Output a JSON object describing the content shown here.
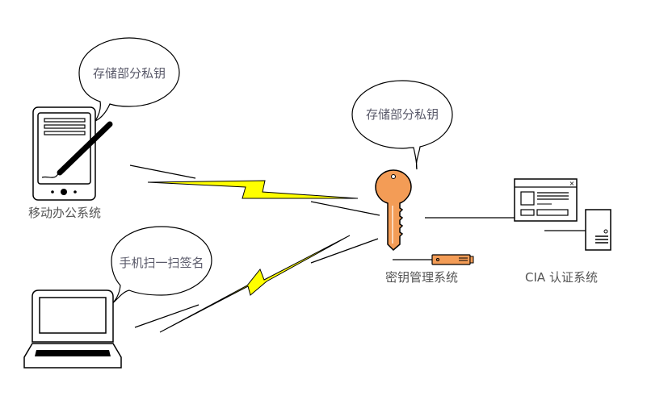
{
  "nodes": {
    "mobile": {
      "label": "移动办公系统",
      "bubble": "存储部分私钥"
    },
    "key_mgmt": {
      "label": "密钥管理系统",
      "bubble": "存储部分私钥"
    },
    "cia": {
      "label": "CIA 认证系统"
    },
    "laptop": {
      "bubble": "手机扫一扫签名"
    }
  },
  "colors": {
    "key": "#f39c56",
    "lightning": "#ffff00",
    "stroke": "#000000"
  },
  "icons": [
    "tablet-pen-icon",
    "laptop-icon",
    "key-icon",
    "usb-dongle-icon",
    "window-icon",
    "server-icon",
    "lightning-icon"
  ]
}
